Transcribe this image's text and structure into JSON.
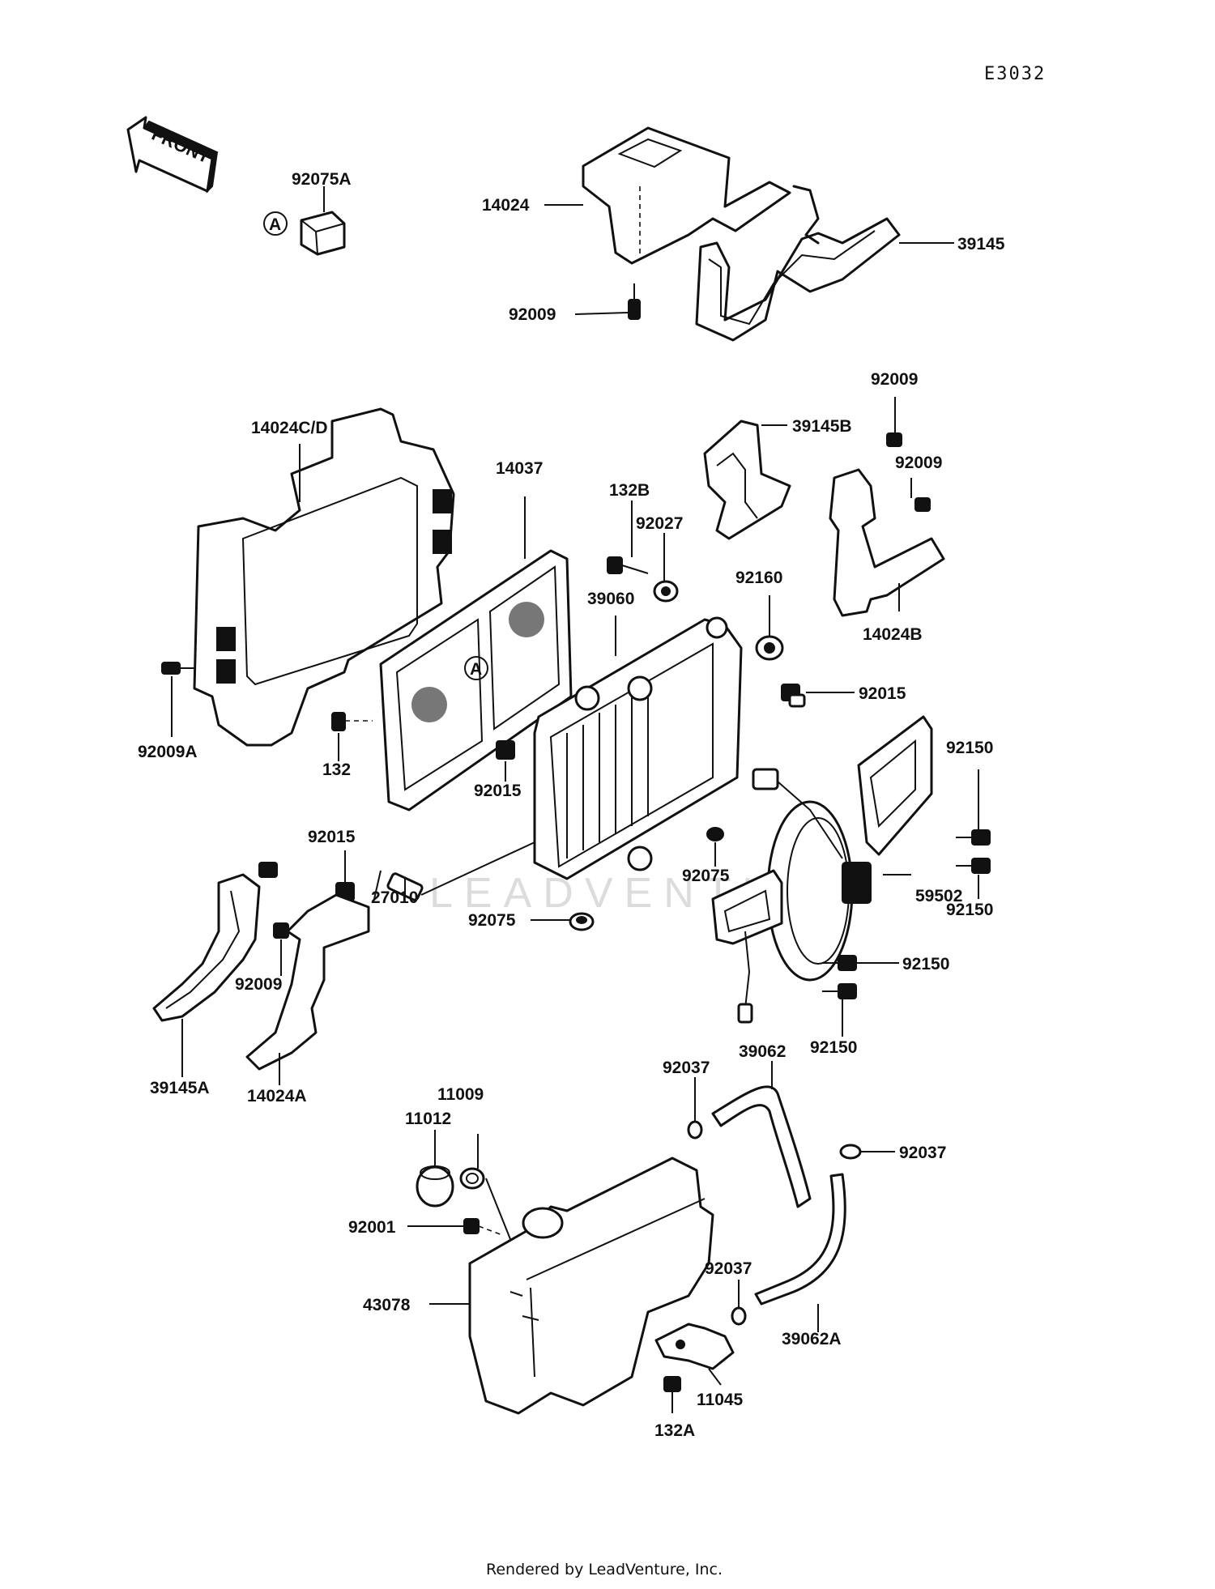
{
  "diagram_code": "E3032",
  "front_label": "FRONT",
  "marker_letter": "A",
  "watermark": "LEADVENTURE",
  "footer": "Rendered by LeadVenture, Inc.",
  "parts": {
    "p92075A": "92075A",
    "p14024": "14024",
    "p39145": "39145",
    "p92009_top": "92009",
    "p14024CD": "14024C/D",
    "p14037": "14037",
    "p132B": "132B",
    "p92027": "92027",
    "p39145B": "39145B",
    "p92009_r1": "92009",
    "p92009_r2": "92009",
    "p92160": "92160",
    "p39060": "39060",
    "p14024B": "14024B",
    "p92015_r": "92015",
    "p92009A": "92009A",
    "p132": "132",
    "p92015_c": "92015",
    "p92150_1": "92150",
    "p92015_l": "92015",
    "p27010": "27010",
    "p92075": "92075",
    "p59502": "59502",
    "p92150_2": "92150",
    "p92075_b": "92075",
    "p92009_l": "92009",
    "p92150_3": "92150",
    "p39145A": "39145A",
    "p14024A": "14024A",
    "p92150_4": "92150",
    "p39062": "39062",
    "p92037_1": "92037",
    "p11009": "11009",
    "p11012": "11012",
    "p92037_2": "92037",
    "p92001": "92001",
    "p92037_3": "92037",
    "p43078": "43078",
    "p39062A": "39062A",
    "p11045": "11045",
    "p132A": "132A"
  }
}
